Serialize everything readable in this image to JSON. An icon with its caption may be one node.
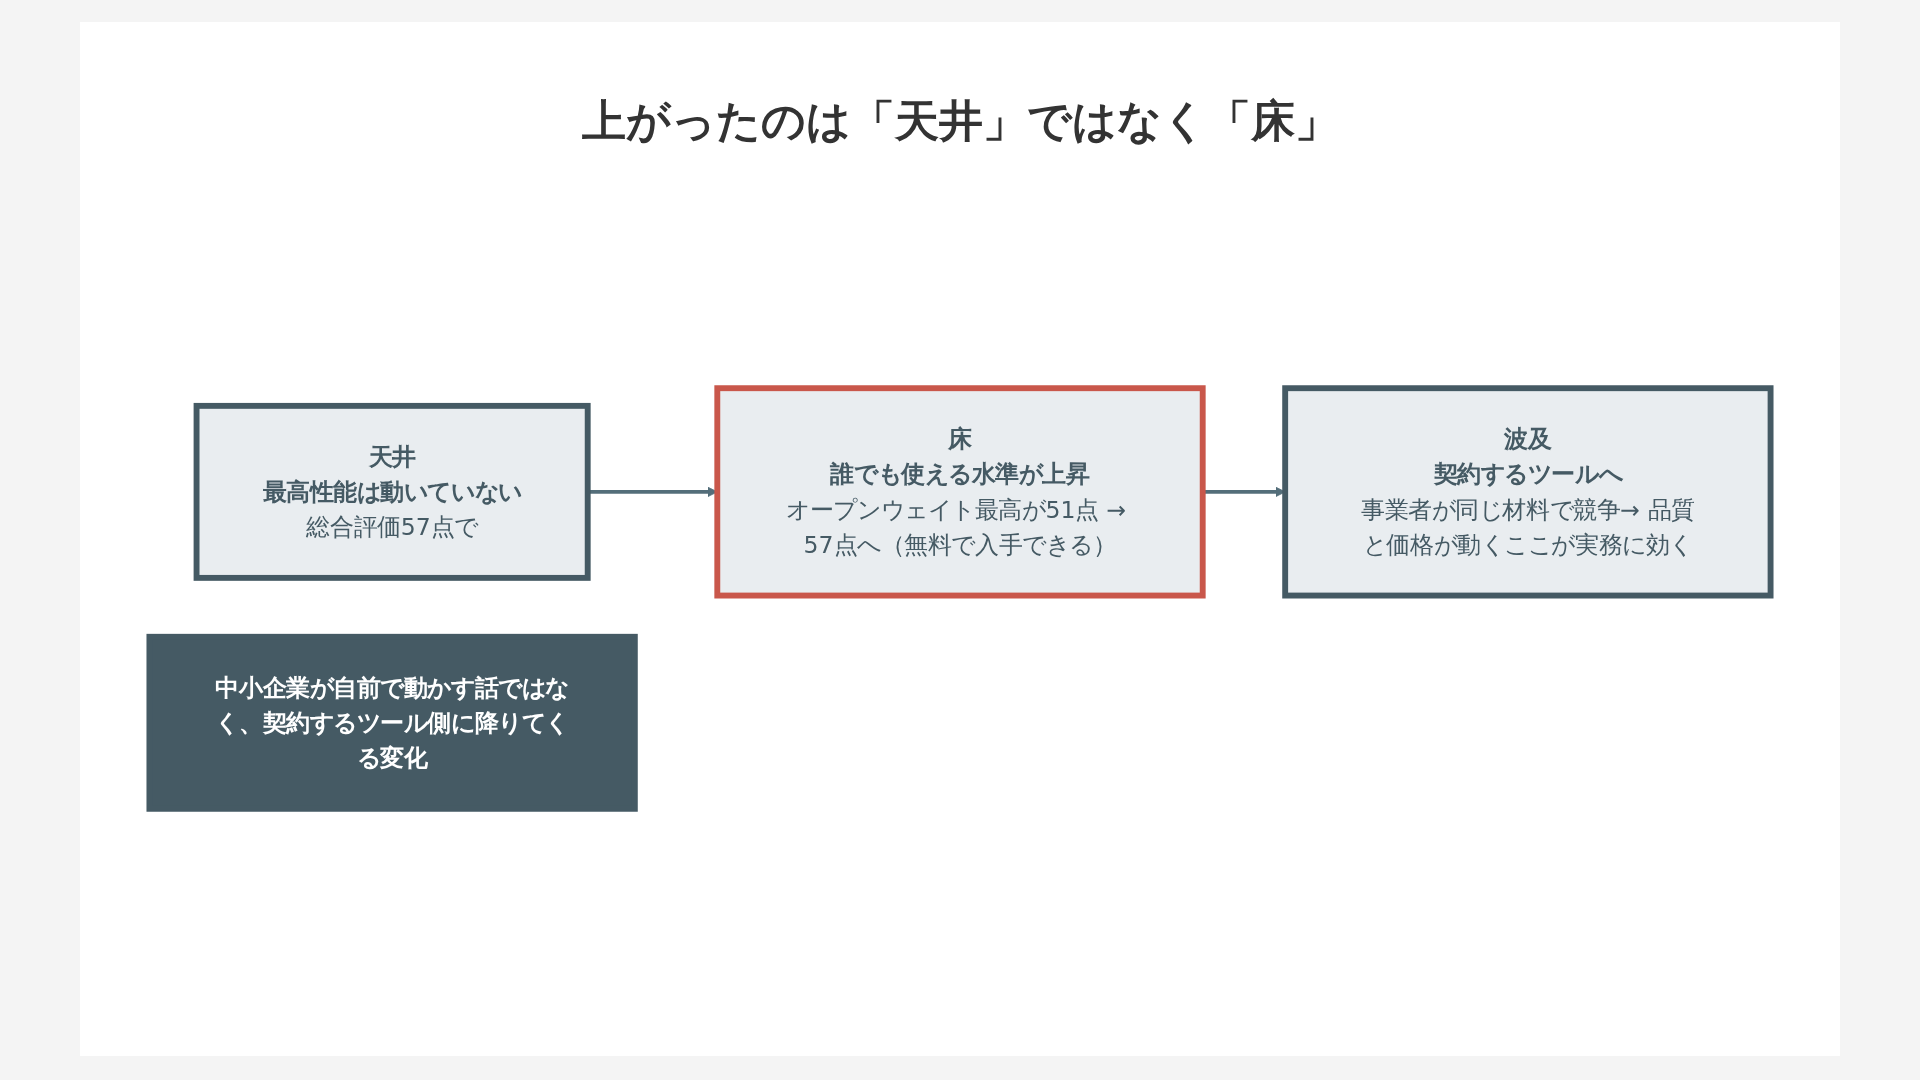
{
  "diagram": {
    "title": "上がったのは「天井」ではなく「床」",
    "nodes": [
      {
        "text": [
          "天井",
          "最高性能は動いていない",
          "総合評価57点で"
        ]
      },
      {
        "text": [
          "床",
          "誰でも使える水準が上昇",
          "オープンウェイト最高が51点 → 57点へ（無料で入手できる）"
        ]
      },
      {
        "text": [
          "波及",
          "契約するツールへ",
          "事業者が同じ材料で競争→ 品質と価格が動くここが実務に効く"
        ]
      },
      {
        "text": [
          "中小企業が自前で動かす話ではなく、契約するツール側に降りてくる変化"
        ]
      }
    ],
    "edges": [
      {
        "from": 0,
        "to": 1,
        "arrow": "to"
      },
      {
        "from": 1,
        "to": 2,
        "arrow": "to"
      }
    ]
  }
}
